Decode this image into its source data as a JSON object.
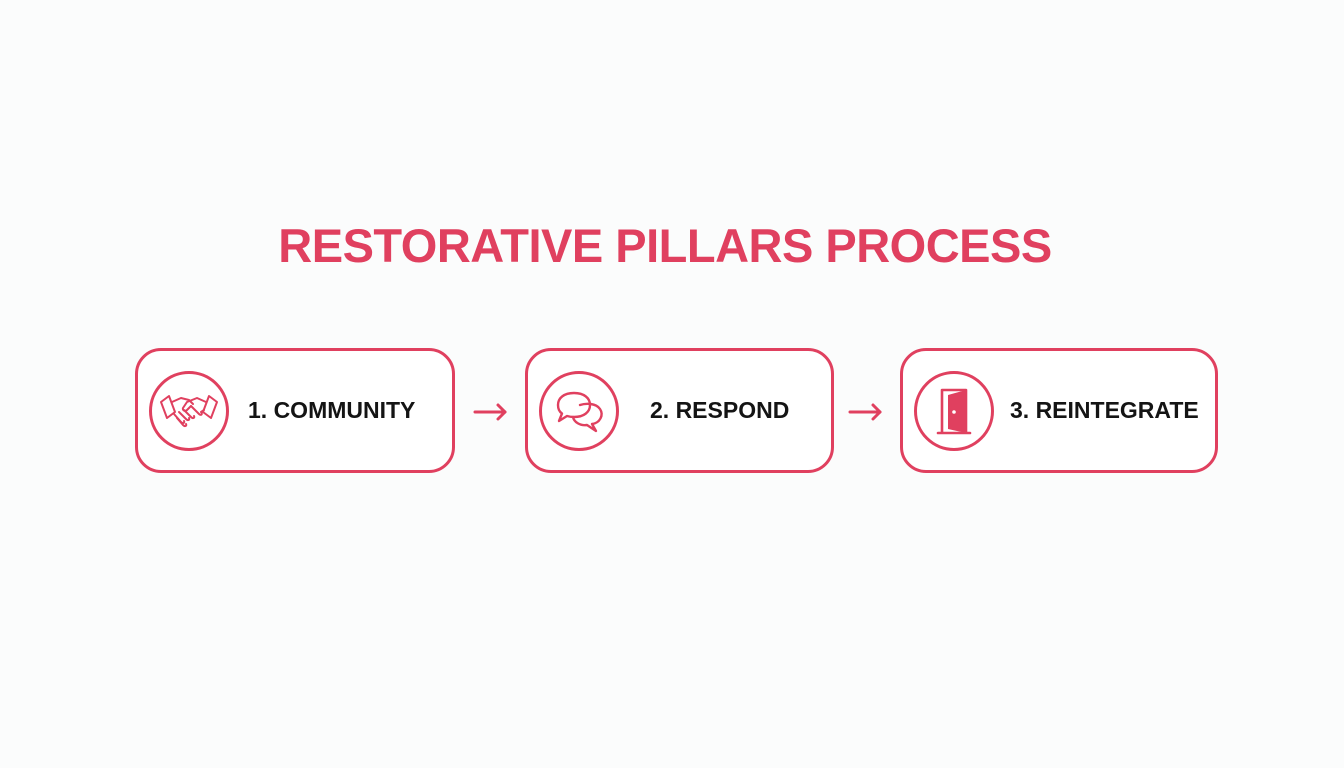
{
  "title": "RESTORATIVE PILLARS PROCESS",
  "colors": {
    "accent": "#e0405f",
    "text": "#141414",
    "background": "#fbfcfc"
  },
  "steps": [
    {
      "label": "1. COMMUNITY",
      "icon": "handshake-icon"
    },
    {
      "label": "2. RESPOND",
      "icon": "speech-bubbles-icon"
    },
    {
      "label": "3. REINTEGRATE",
      "icon": "open-door-icon"
    }
  ]
}
